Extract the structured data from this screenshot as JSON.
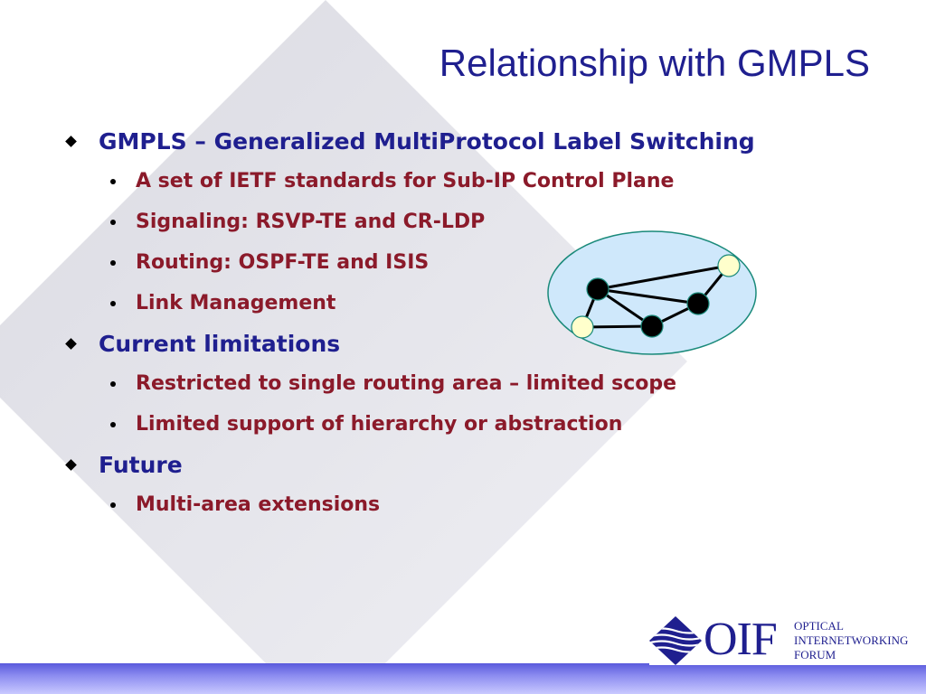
{
  "slide": {
    "title": "Relationship with GMPLS",
    "bullets": [
      {
        "text": "GMPLS – Generalized MultiProtocol Label Switching",
        "sub": [
          "A set of IETF standards for Sub-IP Control Plane",
          "Signaling: RSVP-TE and CR-LDP",
          "Routing: OSPF-TE and ISIS",
          "Link Management"
        ]
      },
      {
        "text": "Current limitations",
        "sub": [
          "Restricted to single routing area – limited scope",
          "Limited support of hierarchy or abstraction"
        ]
      },
      {
        "text": "Future",
        "sub": [
          "Multi-area extensions"
        ]
      }
    ]
  },
  "logo": {
    "letters": "OIF",
    "line1": "OPTICAL",
    "line2": "INTERNETWORKING",
    "line3": "FORUM"
  },
  "colors": {
    "heading": "#1f1f8f",
    "sub_bullet": "#8b1a2a",
    "ellipse_fill": "#cfe8fb",
    "light_node": "#ffffcc",
    "dark_node": "#000000",
    "footer_bar": "#6a6ae6"
  }
}
